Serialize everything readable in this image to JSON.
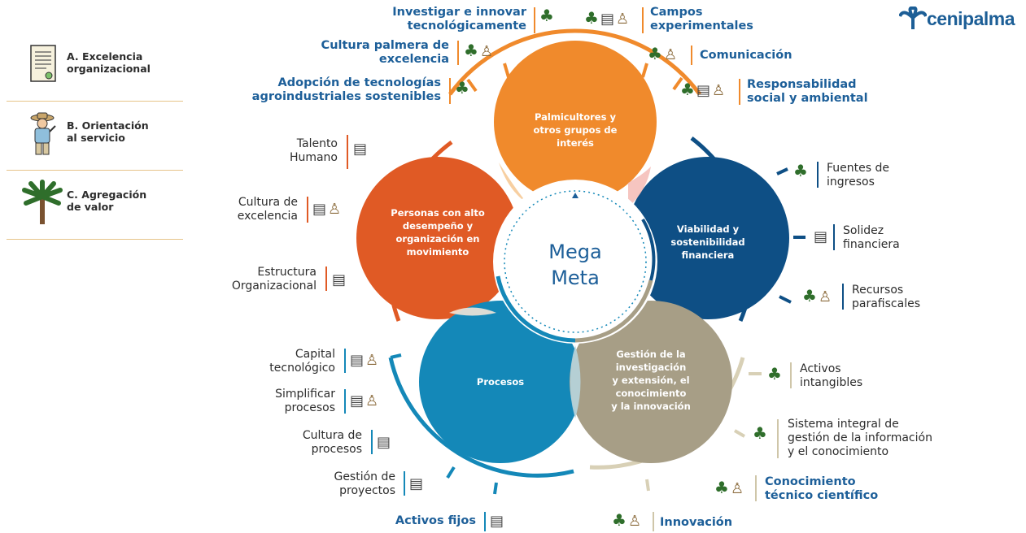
{
  "logo": {
    "text": "cenipalma"
  },
  "legend": [
    {
      "label": "A. Excelencia\norganizacional",
      "icon": "certificate-icon"
    },
    {
      "label": "B. Orientación\nal servicio",
      "icon": "farmer-icon"
    },
    {
      "label": "C. Agregación\nde valor",
      "icon": "palm-tree-icon"
    }
  ],
  "center": {
    "line1": "Mega",
    "line2": "Meta"
  },
  "circles": {
    "top": "Palmicultores y\notros grupos de\ninterés",
    "left": "Personas con alto\ndesempeño y\norganización en\nmovimiento",
    "right": "Viabilidad y\nsostenibilidad\nfinanciera",
    "bottom_left": "Procesos",
    "bottom_right": "Gestión de la\ninvestigación\ny extensión, el\nconocimiento\ny la innovación"
  },
  "labels": {
    "investigar": "Investigar e innovar\ntecnológicamente",
    "cultura_palmera": "Cultura palmera de\nexcelencia",
    "adopcion": "Adopción de tecnologías\nagroindustriales sostenibles",
    "campos": "Campos\nexperimentales",
    "comunicacion": "Comunicación",
    "responsabilidad": "Responsabilidad\nsocial y ambiental",
    "talento": "Talento\nHumano",
    "cultura_excelencia": "Cultura de\nexcelencia",
    "estructura": "Estructura\nOrganizacional",
    "fuentes": "Fuentes de\ningresos",
    "solidez": "Solidez\nfinanciera",
    "recursos": "Recursos\nparafiscales",
    "capital": "Capital\ntecnológico",
    "simplificar": "Simplificar\nprocesos",
    "cultura_procesos": "Cultura de\nprocesos",
    "gestion_proyectos": "Gestión de\nproyectos",
    "activos_fijos": "Activos fijos",
    "activos_intangibles": "Activos\nintangibles",
    "sistema": "Sistema integral de\ngestión de la información\ny el conocimiento",
    "conocimiento": "Conocimiento\ntécnico científico",
    "innovacion": "Innovación"
  },
  "colors": {
    "orange": "#f08a2c",
    "red_orange": "#e05a25",
    "navy": "#0e4f85",
    "teal": "#1488b8",
    "khaki": "#a79e86",
    "text_blue": "#1d5f99"
  }
}
